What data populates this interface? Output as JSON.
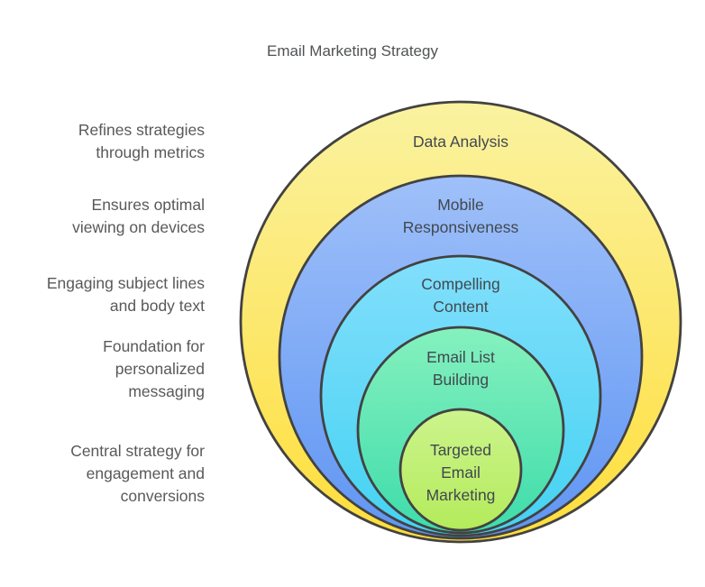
{
  "title": "Email Marketing Strategy",
  "levels": [
    {
      "name": "data-analysis",
      "label_lines": [
        "Data Analysis"
      ],
      "description_lines": [
        "Refines strategies",
        "through metrics"
      ],
      "color_top": "#FAF2A0",
      "color_bottom": "#FFDE3B"
    },
    {
      "name": "mobile-responsiveness",
      "label_lines": [
        "Mobile",
        "Responsiveness"
      ],
      "description_lines": [
        "Ensures optimal",
        "viewing on devices"
      ],
      "color_top": "#9FC0F9",
      "color_bottom": "#5F95F3"
    },
    {
      "name": "compelling-content",
      "label_lines": [
        "Compelling",
        "Content"
      ],
      "description_lines": [
        "Engaging subject lines",
        "and body text"
      ],
      "color_top": "#82DFFC",
      "color_bottom": "#44D2F2"
    },
    {
      "name": "email-list-building",
      "label_lines": [
        "Email List",
        "Building"
      ],
      "description_lines": [
        "Foundation for",
        "personalized",
        "messaging"
      ],
      "color_top": "#85F1BE",
      "color_bottom": "#3EDCAB"
    },
    {
      "name": "targeted-email-marketing",
      "label_lines": [
        "Targeted",
        "Email",
        "Marketing"
      ],
      "description_lines": [
        "Central strategy for",
        "engagement and",
        "conversions"
      ],
      "color_top": "#CCF48D",
      "color_bottom": "#B4EB5B"
    }
  ],
  "style": {
    "circle_stroke": "#424242",
    "circle_label_color": "#414850",
    "side_label_color": "#58595B",
    "title_color": "#505254",
    "background": "#FFFFFF"
  }
}
